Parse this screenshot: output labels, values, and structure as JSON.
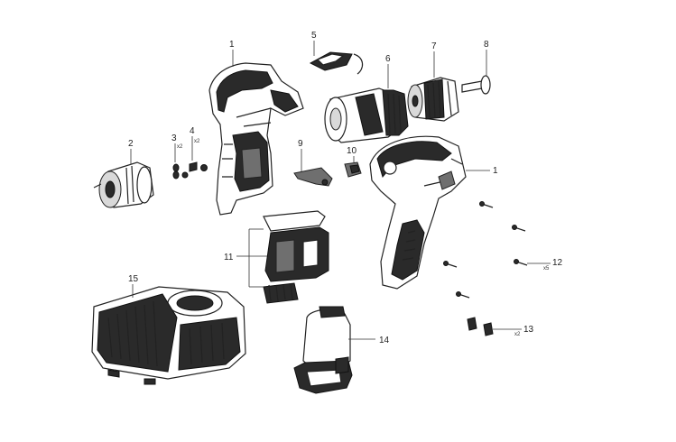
{
  "callouts": {
    "housing_left": "1",
    "housing_right": "1",
    "motor": "2",
    "part3": "3",
    "part3_qty": "x2",
    "part4": "4",
    "part4_qty": "x2",
    "switch_cover": "5",
    "gearbox": "6",
    "chuck": "7",
    "chuck_screw": "8",
    "part9": "9",
    "part10": "10",
    "switch": "11",
    "screws": "12",
    "screws_qty": "x5",
    "clips": "13",
    "clips_qty": "x2",
    "battery": "14",
    "charger": "15"
  },
  "colors": {
    "line": "#222222",
    "dark_part": "#2a2a2a",
    "mid_part": "#6f6f6f",
    "light_part": "#d9d9d9",
    "background": "#ffffff"
  }
}
